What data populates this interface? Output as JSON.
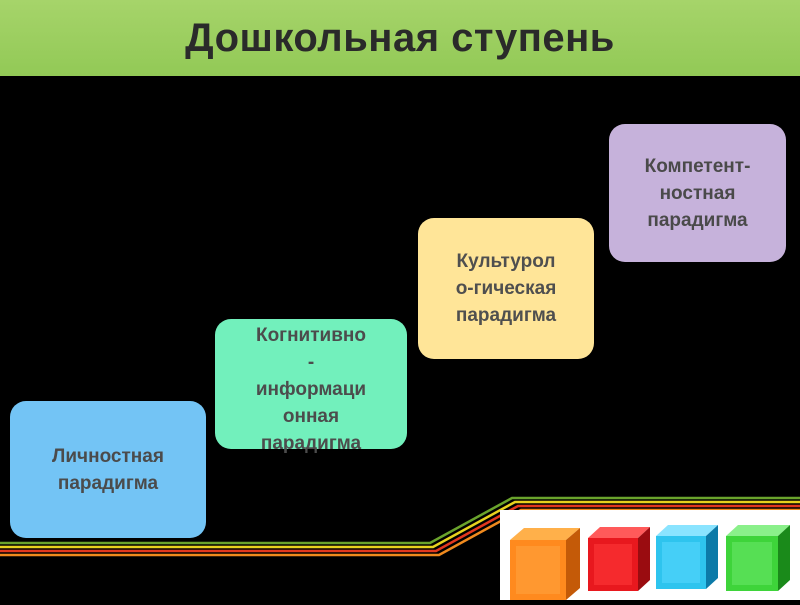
{
  "title": "Дошкольная ступень",
  "boxes": [
    {
      "label": "Личностная\nпарадигма"
    },
    {
      "label": "Когнитивно\n-\nинформаци\nонная\nпарадигма"
    },
    {
      "label": "Культурол\nо-гическая\nпарадигма"
    },
    {
      "label": "Компетент-\nностная\nпарадигма"
    }
  ],
  "cube_colors": [
    "#ff8a1e",
    "#e8181e",
    "#2ec4ee",
    "#3ed43a"
  ],
  "stripe_colors": [
    "#6aa32c",
    "#e8d21e",
    "#e2381e",
    "#f08a1e"
  ]
}
